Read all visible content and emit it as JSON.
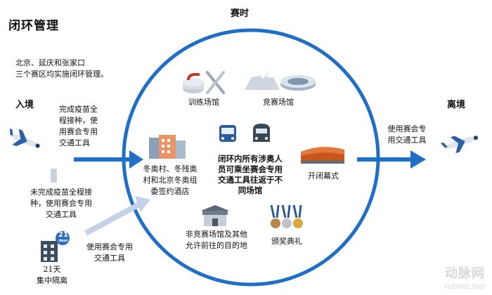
{
  "title": "闭环管理",
  "intro": [
    "北京、延庆和张家口",
    "三个赛区均实施闭环管理。"
  ],
  "phases": {
    "during": "赛时",
    "entry": "入境",
    "exit": "离境"
  },
  "vaccinated": [
    "完成疫苗全",
    "程接种，使",
    "用赛会专用",
    "交通工具"
  ],
  "unvaccinated": [
    "未完成疫苗全程接",
    "种，使用赛会专用",
    "交通工具"
  ],
  "quarantine": {
    "badge": "21",
    "badge_sub": "days",
    "label": [
      "21天",
      "集中隔离"
    ]
  },
  "shuttle": [
    "使用赛会专用",
    "交通工具"
  ],
  "exit_transport": [
    "使用赛会专",
    "用交通工具"
  ],
  "venues": {
    "training": "训练场馆",
    "competition": "竞赛场馆",
    "village": [
      "冬奥村、冬残奥",
      "村和北京冬奥组",
      "委签约酒店"
    ],
    "opening": "开闭幕式",
    "non_competition": [
      "非竞赛场馆及其他",
      "允许前往的目的地"
    ],
    "ceremony": "颁奖典礼"
  },
  "center": [
    "闭环内所有涉奥人",
    "员可乘坐赛会专用",
    "交通工具往返于不",
    "同场馆"
  ],
  "watermark": {
    "main": "动脉网",
    "sub": "vcbeat.top"
  },
  "colors": {
    "accent": "#1f6fc7",
    "light_arrow": "#c3d2e6",
    "text": "#111111"
  },
  "icons": [
    "airplane-icon",
    "hotel-building-icon",
    "curling-stone-icon",
    "skis-icon",
    "mountain-icon",
    "stadium-icon",
    "bus-icon",
    "train-icon",
    "stage-icon",
    "venue-building-icon",
    "medals-icon",
    "quarantine-building-icon"
  ]
}
